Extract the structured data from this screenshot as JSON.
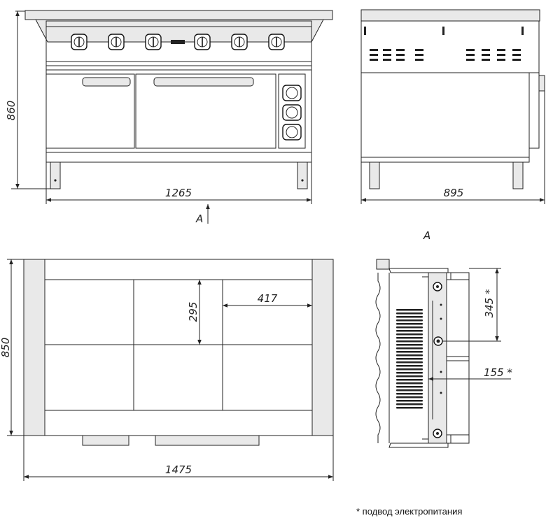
{
  "dimensions": {
    "front_height": "860",
    "front_width": "1265",
    "side_depth": "895",
    "top_depth": "850",
    "top_width": "1475",
    "plate_depth": "295",
    "plate_width": "417",
    "power_height": "345 *",
    "power_offset": "155 *"
  },
  "view_labels": {
    "arrow_a": "A",
    "view_a": "A"
  },
  "footnote": "* подвод электропитания",
  "colors": {
    "line": "#222222",
    "fill": "#e9e9e9",
    "background": "#ffffff"
  }
}
